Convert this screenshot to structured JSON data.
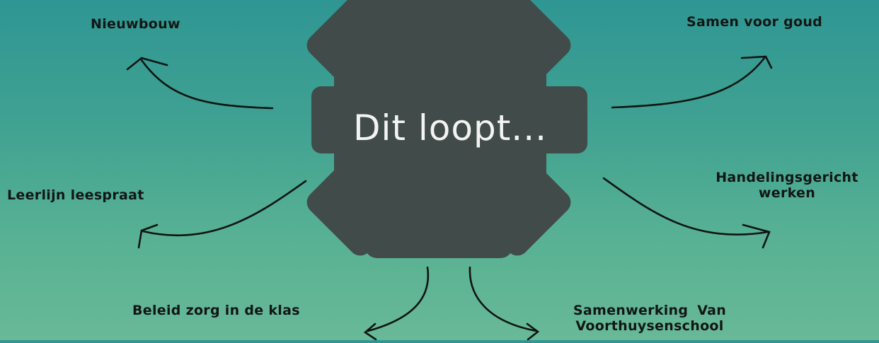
{
  "center": {
    "text": "Dit loopt..."
  },
  "topics": [
    {
      "id": "nieuwbouw",
      "label": "Nieuwbouw"
    },
    {
      "id": "samen-voor-goud",
      "label": "Samen voor goud"
    },
    {
      "id": "leerlijn-leespraat",
      "label": "Leerlijn leespraat"
    },
    {
      "id": "handelingsgericht",
      "label": "Handelingsgericht werken"
    },
    {
      "id": "beleid-zorg",
      "label": "Beleid zorg in de klas"
    },
    {
      "id": "samenwerking",
      "label": "Samenwerking Van Voorthuysenschool"
    }
  ],
  "colors": {
    "gear": "#414b49",
    "background_top": "#2f9693",
    "background_bottom": "#68b997",
    "text": "#121614",
    "center_text": "#f3f4f2"
  }
}
